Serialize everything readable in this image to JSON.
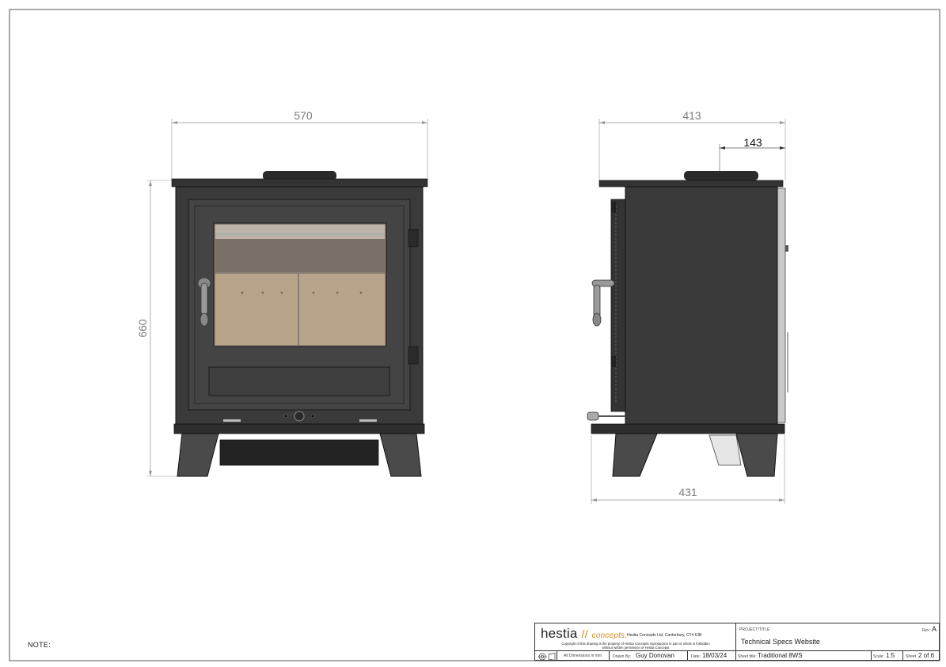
{
  "dimensions": {
    "front_width": "570",
    "front_height": "660",
    "side_depth": "413",
    "flue_offset": "143",
    "base_depth": "431"
  },
  "note_label": "NOTE:",
  "title_block": {
    "logo_main": "hestia",
    "logo_slashes": "//",
    "logo_sub": "concepts.",
    "company": "Hestia Concepts Ltd, Canterbury, CT4 6JB",
    "copyright_line1": "Copyright of this drawing is the property of Hestia Concepts reproduction in part or whole is forbidden",
    "copyright_line2": "without written permission of Hestia Concepts",
    "all_dims": "All Dimensions in mm",
    "drawn_by_label": "Drawn By:",
    "drawn_by": "Guy Donovan",
    "date_label": "Date:",
    "date": "18/03/24",
    "project_label": "PROJECT/TITLE",
    "project": "Technical Specs Website",
    "rev_label": "Rev:",
    "rev": "A",
    "sheet_title_label": "Sheet title:",
    "sheet_title": "Traditional 8WS",
    "scale_label": "Scale:",
    "scale": "1:5",
    "sheet_label": "Sheet",
    "sheet": "2 of 6"
  },
  "colors": {
    "stove_body": "#3a3a3a",
    "stove_dark": "#2a2a2a",
    "firebrick": "#b8a48a",
    "glass_top": "#8a7f74",
    "logo_accent": "#d48a1a"
  }
}
